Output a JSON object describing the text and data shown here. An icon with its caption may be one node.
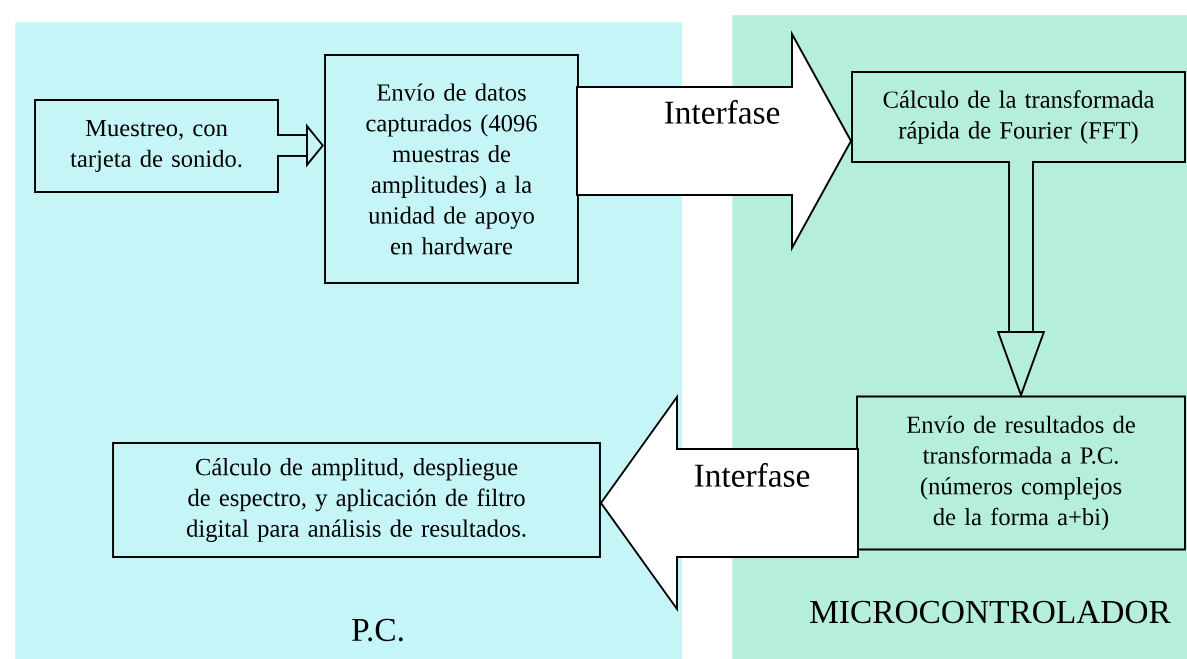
{
  "diagram": {
    "nodes": [
      {
        "text": [
          "P.C."
        ]
      },
      {
        "text": [
          "Muestreo, con tarjeta de sonido."
        ],
        "in": 0
      },
      {
        "text": [
          "Envío de datos capturados (4096 muestras de amplitudes) a la unidad de apoyo en hardware"
        ],
        "in": 0
      },
      {
        "text": [
          "Cálculo de amplitud, despliegue de espectro, y aplicación de filtro digital para análisis de resultados."
        ],
        "in": 0
      },
      {
        "text": [
          "MICROCONTROLADOR"
        ]
      },
      {
        "text": [
          "Cálculo de la transformada rápida de Fourier (FFT)"
        ],
        "in": 4
      },
      {
        "text": [
          "Envío de resultados de transformada a P.C. (números complejos de la forma a+bi)"
        ],
        "in": 4
      }
    ],
    "edges": [
      {
        "from": 1,
        "to": 2,
        "arrow": "to"
      },
      {
        "from": 2,
        "to": 5,
        "arrow": "to",
        "label": "Interfase",
        "style": "thick"
      },
      {
        "from": 5,
        "to": 6,
        "arrow": "to"
      },
      {
        "from": 6,
        "to": 3,
        "arrow": "to",
        "label": "Interfase",
        "style": "thick"
      }
    ]
  }
}
